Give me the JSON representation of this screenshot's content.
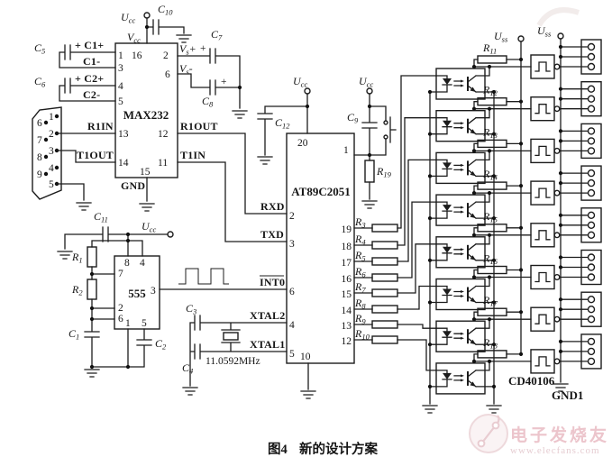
{
  "ics": {
    "max232": "MAX232",
    "mcu": "AT89C2051",
    "timer": "555",
    "hexinv": "CD40106"
  },
  "sup": {
    "ucc": {
      "b": "U",
      "s": "cc"
    },
    "uss": {
      "b": "U",
      "s": "ss"
    },
    "vcc": {
      "b": "V",
      "s": "cc"
    },
    "vsp": {
      "b": "V",
      "s": "s",
      "x": "+"
    },
    "vsm": {
      "b": "V",
      "s": "s",
      "x": "-"
    }
  },
  "pins": {
    "r1in": "R1IN",
    "r1out": "R1OUT",
    "t1out": "T1OUT",
    "t1in": "T1IN",
    "gnd": "GND",
    "gnd1": "GND1",
    "rxd": "RXD",
    "txd": "TXD",
    "int0": "INT0",
    "xtal1": "XTAL1",
    "xtal2": "XTAL2"
  },
  "nums": {
    "n1": "1",
    "n2": "2",
    "n3": "3",
    "n4": "4",
    "n5": "5",
    "n6": "6",
    "n7": "7",
    "n8": "8",
    "n9": "9",
    "n10": "10",
    "n11": "11",
    "n12": "12",
    "n13": "13",
    "n14": "14",
    "n15": "15",
    "n16": "16",
    "n17": "17",
    "n18": "18",
    "n19": "19",
    "n20": "20"
  },
  "caps": {
    "c1": {
      "b": "C",
      "s": "1"
    },
    "c2": {
      "b": "C",
      "s": "2"
    },
    "c3": {
      "b": "C",
      "s": "3"
    },
    "c4": {
      "b": "C",
      "s": "4"
    },
    "c5": {
      "b": "C",
      "s": "5"
    },
    "c6": {
      "b": "C",
      "s": "6"
    },
    "c7": {
      "b": "C",
      "s": "7"
    },
    "c8": {
      "b": "C",
      "s": "8"
    },
    "c9": {
      "b": "C",
      "s": "9"
    },
    "c10": {
      "b": "C",
      "s": "10"
    },
    "c11": {
      "b": "C",
      "s": "11"
    },
    "c12": {
      "b": "C",
      "s": "12"
    }
  },
  "res": {
    "r1": {
      "b": "R",
      "s": "1"
    },
    "r2": {
      "b": "R",
      "s": "2"
    },
    "r3": {
      "b": "R",
      "s": "3"
    },
    "r4": {
      "b": "R",
      "s": "4"
    },
    "r5": {
      "b": "R",
      "s": "5"
    },
    "r6": {
      "b": "R",
      "s": "6"
    },
    "r7": {
      "b": "R",
      "s": "7"
    },
    "r8": {
      "b": "R",
      "s": "8"
    },
    "r9": {
      "b": "R",
      "s": "9"
    },
    "r10": {
      "b": "R",
      "s": "10"
    },
    "r11": {
      "b": "R",
      "s": "11"
    },
    "r12": {
      "b": "R",
      "s": "12"
    },
    "r13": {
      "b": "R",
      "s": "13"
    },
    "r14": {
      "b": "R",
      "s": "14"
    },
    "r15": {
      "b": "R",
      "s": "15"
    },
    "r16": {
      "b": "R",
      "s": "16"
    },
    "r17": {
      "b": "R",
      "s": "17"
    },
    "r18": {
      "b": "R",
      "s": "18"
    },
    "r19": {
      "b": "R",
      "s": "19"
    }
  },
  "wl": {
    "c1p": "+ C1+",
    "c1m": "C1-",
    "c2p": "+ C2+",
    "c2m": "C2-",
    "plus": "+"
  },
  "xtal": {
    "freq": "11.0592MHz"
  },
  "caption": {
    "fig": "图4",
    "title": "新的设计方案"
  },
  "watermark": {
    "brand": "电子发烧友",
    "site": "www.elecfans.com"
  },
  "colors": {
    "ink": "#1c1c1c",
    "watermark_pink": "#e9bfc7"
  }
}
